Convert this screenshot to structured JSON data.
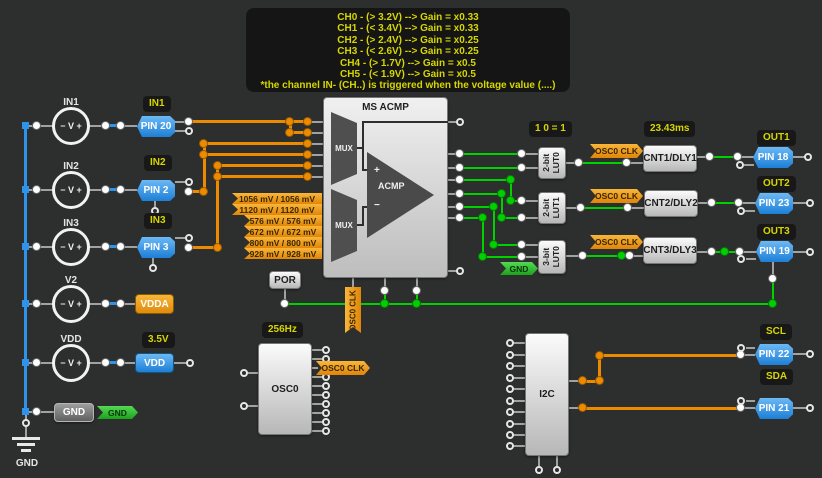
{
  "tooltip": {
    "lines": [
      "CH0 - (> 3.2V) --> Gain = x0.33",
      "CH1 - (< 3.4V) --> Gain = x0.33",
      "CH2 - (> 2.4V) --> Gain = x0.25",
      "CH3 - (< 2.6V) --> Gain = x0.25",
      "CH4 - (> 1.7V) --> Gain = x0.5",
      "CH5 - (< 1.9V) --> Gain = x0.5",
      "*the channel IN- (CH..) is triggered when the voltage value (....)"
    ]
  },
  "sources": {
    "symbol": "− V +",
    "labels": [
      "IN1",
      "IN2",
      "IN3",
      "V2",
      "VDD"
    ]
  },
  "left_pins": {
    "pin20": "PIN 20",
    "pin2": "PIN 2",
    "pin3": "PIN 3",
    "vdda": "VDDA",
    "vdd": "VDD",
    "gnd": "GND"
  },
  "net_labels": {
    "in1": "IN1",
    "in2": "IN2",
    "in3": "IN3",
    "v35": "3.5V",
    "osc_freq": "256Hz",
    "lut_state": "1 0 = 1",
    "cnt_delay": "23.43ms",
    "out1": "OUT1",
    "out2": "OUT2",
    "out3": "OUT3",
    "scl": "SCL",
    "sda": "SDA",
    "gnd_symbol": "GND"
  },
  "flags": {
    "osc0_clk": "OSC0 CLK",
    "gnd": "GND"
  },
  "vrefs": [
    "1056 mV / 1056 mV",
    "1120 mV / 1120 mV",
    "576 mV / 576 mV",
    "672 mV / 672 mV",
    "800 mV / 800 mV",
    "928 mV / 928 mV"
  ],
  "acmp": {
    "title": "MS ACMP",
    "mux": "MUX",
    "name": "ACMP",
    "plus": "+",
    "minus": "−"
  },
  "blocks": {
    "por": "POR",
    "osc0": "OSC0",
    "i2c": "I2C"
  },
  "luts": [
    {
      "l1": "2-bit",
      "l2": "LUT0"
    },
    {
      "l1": "2-bit",
      "l2": "LUT1"
    },
    {
      "l1": "3-bit",
      "l2": "LUT0"
    }
  ],
  "cnts": [
    "CNT1/DLY1",
    "CNT2/DLY2",
    "CNT3/DLY3"
  ],
  "out_pins": [
    "PIN 18",
    "PIN 23",
    "PIN 19"
  ],
  "i2c_pins": {
    "scl": "PIN 22",
    "sda": "PIN 21"
  },
  "colors": {
    "background": "#2d2e2e",
    "wire_green": "#00d200",
    "wire_orange": "#ED8B00",
    "wire_blue": "#2f93ec",
    "pin_blue": "#1d7fd6",
    "label_yellow": "#d6d600"
  }
}
